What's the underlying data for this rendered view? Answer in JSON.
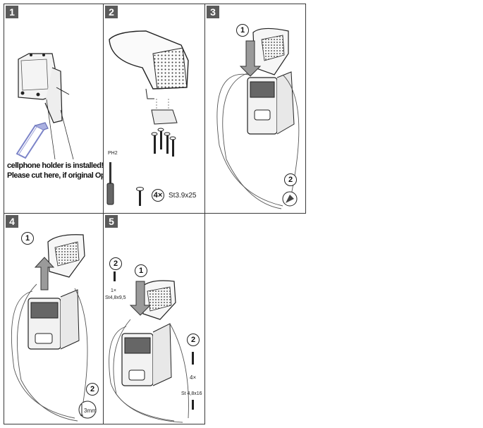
{
  "steps": [
    {
      "number": "1",
      "note_line1": "cellphone holder is installed!",
      "note_line2": "Please cut here, if original Opel"
    },
    {
      "number": "2",
      "screw_count": "4×",
      "screw_spec": "St3.9x25",
      "driver_label": "PH2"
    },
    {
      "number": "3",
      "callout_1": "1",
      "callout_2": "2"
    },
    {
      "number": "4",
      "callout_1": "1",
      "callout_2": "2",
      "gap_label": "3mm"
    },
    {
      "number": "5",
      "callout_1": "1",
      "callout_2": "2",
      "callout_2b": "2",
      "small_count": "1×",
      "small_spec": "St4,8x9,5",
      "screw_count": "4×",
      "screw_spec": "St 4,8x16"
    }
  ],
  "icons": [
    "hacksaw-icon",
    "screwdriver-icon",
    "screw-icon",
    "armrest-illustration",
    "console-illustration",
    "arrow-up-icon",
    "arrow-down-icon",
    "gap-gauge-icon",
    "clip-icon"
  ]
}
